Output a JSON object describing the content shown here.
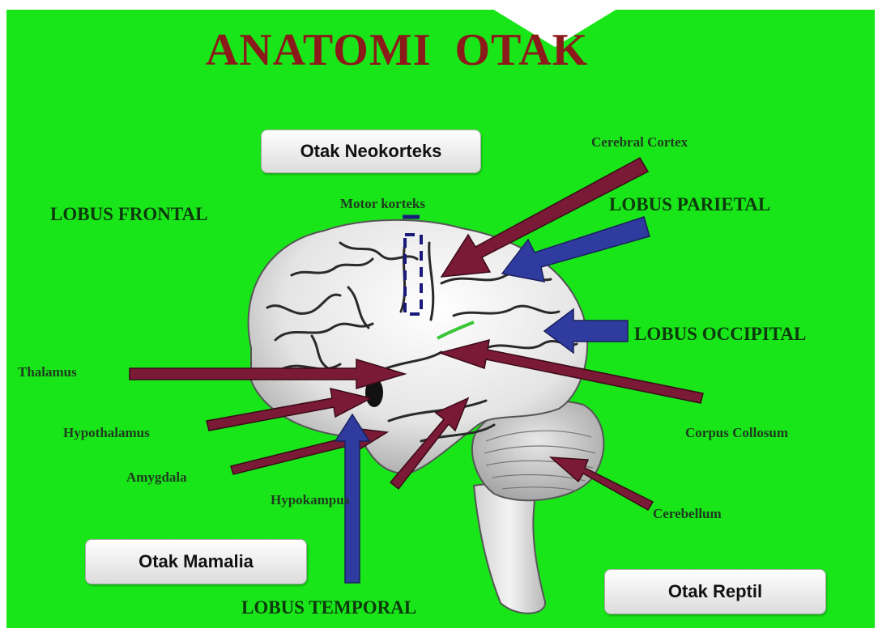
{
  "title": "ANATOMI OTAK",
  "boxes": {
    "neokorteks": "Otak Neokorteks",
    "mamalia": "Otak Mamalia",
    "reptil": "Otak Reptil"
  },
  "lobes": {
    "frontal": "LOBUS FRONTAL",
    "parietal": "LOBUS PARIETAL",
    "occipital": "LOBUS OCCIPITAL",
    "temporal": "LOBUS TEMPORAL"
  },
  "labels": {
    "motor": "Motor korteks",
    "cortex": "Cerebral Cortex",
    "thalamus": "Thalamus",
    "hypothalamus": "Hypothalamus",
    "amygdala": "Amygdala",
    "hippocampus": "Hypokampus",
    "corpus": "Corpus Collosum",
    "cerebellum": "Cerebellum"
  },
  "colors": {
    "background": "#19e619",
    "title": "#8b1a1a",
    "arrow_red": "#7a1a36",
    "arrow_blue": "#2f3b9e"
  }
}
